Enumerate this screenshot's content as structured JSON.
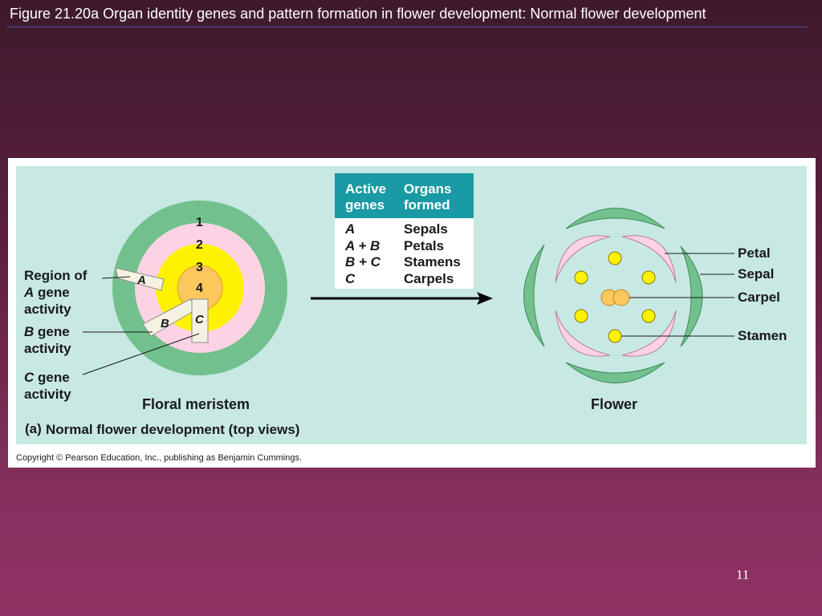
{
  "slide": {
    "title": "Figure 21.20a  Organ identity genes and pattern formation in flower development: Normal flower development",
    "page_number": "11"
  },
  "colors": {
    "background_top": "#3d1a2c",
    "background_bottom": "#8f3263",
    "figure_bg": "#c8e8e4",
    "sepal_green": "#72c08e",
    "petal_pink": "#fbd3e4",
    "stamen_yellow": "#fff200",
    "carpel_orange": "#fcc75c",
    "table_header": "#1a9aa4"
  },
  "meristem": {
    "whorls": [
      "1",
      "2",
      "3",
      "4"
    ],
    "sector_labels": {
      "a": "A",
      "b": "B",
      "c": "C"
    },
    "callouts": {
      "a_region_of": "Region of",
      "a_gene_letter": "A",
      "a_gene": " gene",
      "a_activity": "activity",
      "b_gene_letter": "B",
      "b_gene": " gene",
      "b_activity": "activity",
      "c_gene_letter": "C",
      "c_gene": " gene",
      "c_activity": "activity"
    },
    "label": "Floral meristem"
  },
  "table": {
    "header": {
      "col1_line1": "Active",
      "col1_line2": "genes",
      "col2_line1": "Organs",
      "col2_line2": "formed"
    },
    "rows": [
      {
        "genes": "A",
        "organs": "Sepals"
      },
      {
        "genes": "A + B",
        "organs": "Petals"
      },
      {
        "genes": "B + C",
        "organs": "Stamens"
      },
      {
        "genes": "C",
        "organs": "Carpels"
      }
    ]
  },
  "flower": {
    "labels": {
      "petal": "Petal",
      "sepal": "Sepal",
      "carpel": "Carpel",
      "stamen": "Stamen"
    },
    "caption": "Flower"
  },
  "caption": {
    "part": "(a)",
    "text": "Normal flower development (top views)"
  },
  "copyright": "Copyright © Pearson Education, Inc., publishing as Benjamin Cummings."
}
